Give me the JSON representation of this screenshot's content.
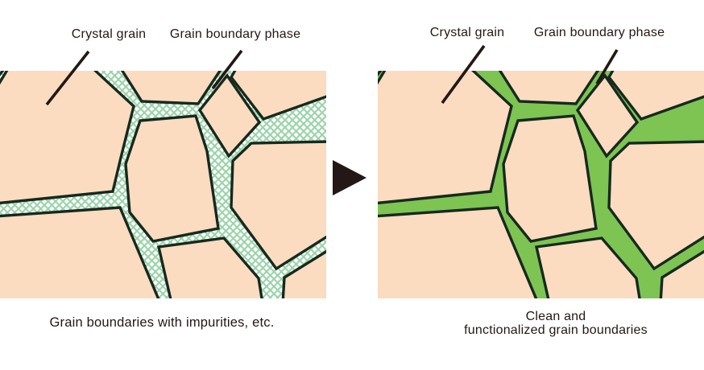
{
  "panels": {
    "left": {
      "crystal_grain_label": "Crystal grain",
      "boundary_phase_label": "Grain boundary phase",
      "caption": "Grain boundaries with impurities, etc.",
      "boundary_style": "crosshatched (impurity phase)"
    },
    "right": {
      "crystal_grain_label": "Crystal grain",
      "boundary_phase_label": "Grain boundary phase",
      "caption_line1": "Clean and",
      "caption_line2": "functionalized grain boundaries",
      "boundary_style": "solid green (clean functionalized phase)"
    }
  },
  "icons": {
    "arrow_right": "right-pointing filled triangle between panels"
  },
  "colors": {
    "grain_fill": "#fbdcc1",
    "grain_outline": "#17291e",
    "boundary_green": "#7dc453",
    "hatch_green": "#9bd3a9",
    "hatch_bg": "#ffffff",
    "ink": "#231815"
  }
}
